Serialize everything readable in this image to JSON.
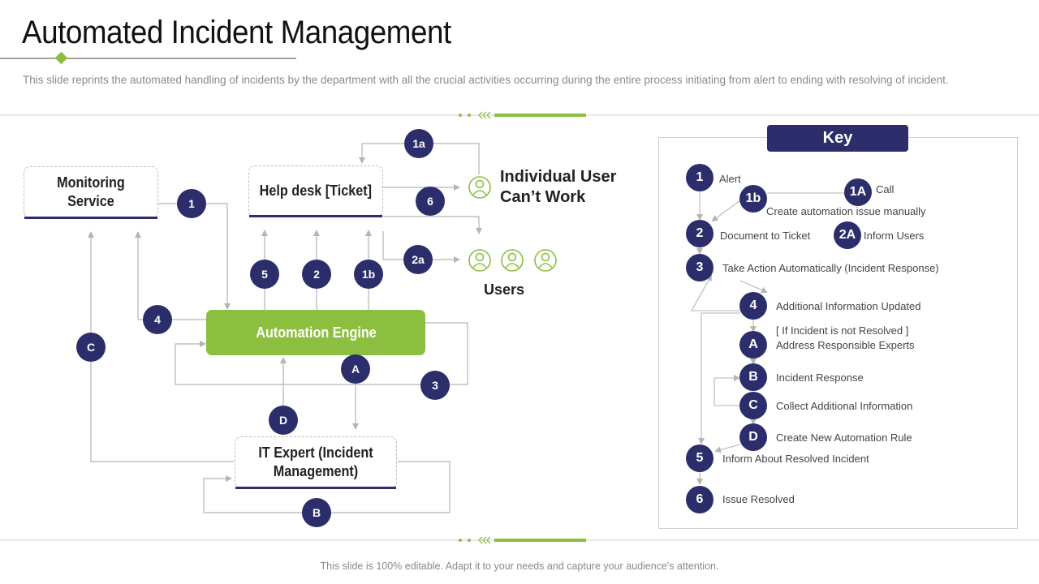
{
  "slide": {
    "title": "Automated Incident Management",
    "subtitle": "This slide reprints the automated handling of incidents by the department with all the crucial activities occurring  during the entire process initiating from alert to ending with resolving of incident.",
    "footer": "This slide is 100% editable. Adapt it to your needs and capture your audience's attention."
  },
  "colors": {
    "navy": "#2b2e6b",
    "green": "#8cbf3f",
    "line": "#b5b5b5"
  },
  "diagram": {
    "monitoring": "Monitoring Service",
    "helpdesk": "Help desk [Ticket]",
    "engine": "Automation Engine",
    "it_expert": "IT Expert (Incident Management)",
    "individual_user": "Individual User Can’t Work",
    "users": "Users",
    "user_icon": "user-icon",
    "badges": {
      "b1": "1",
      "b1a": "1a",
      "b6": "6",
      "b2a": "2a",
      "b5": "5",
      "b2": "2",
      "b1b": "1b",
      "b4": "4",
      "bC": "C",
      "bA": "A",
      "b3": "3",
      "bD": "D",
      "bB": "B"
    }
  },
  "key": {
    "heading": "Key",
    "items": {
      "alert": {
        "badge": "1",
        "label": "Alert"
      },
      "call": {
        "badge": "1A",
        "label": "Call"
      },
      "manual": {
        "badge": "1b",
        "label": "Create automation issue manually"
      },
      "ticket": {
        "badge": "2",
        "label": "Document to Ticket"
      },
      "inform": {
        "badge": "2A",
        "label": "Inform Users"
      },
      "action": {
        "badge": "3",
        "label": "Take Action Automatically (Incident Response)"
      },
      "updated": {
        "badge": "4",
        "label": "Additional Information Updated"
      },
      "notresolved": {
        "badge": "A",
        "label": "[ If Incident is not Resolved ]"
      },
      "experts": {
        "label": "Address Responsible Experts"
      },
      "response": {
        "badge": "B",
        "label": "Incident Response"
      },
      "collect": {
        "badge": "C",
        "label": "Collect Additional Information"
      },
      "newrule": {
        "badge": "D",
        "label": "Create New Automation Rule"
      },
      "informresolved": {
        "badge": "5",
        "label": "Inform About Resolved Incident"
      },
      "resolved": {
        "badge": "6",
        "label": "Issue Resolved"
      }
    }
  }
}
